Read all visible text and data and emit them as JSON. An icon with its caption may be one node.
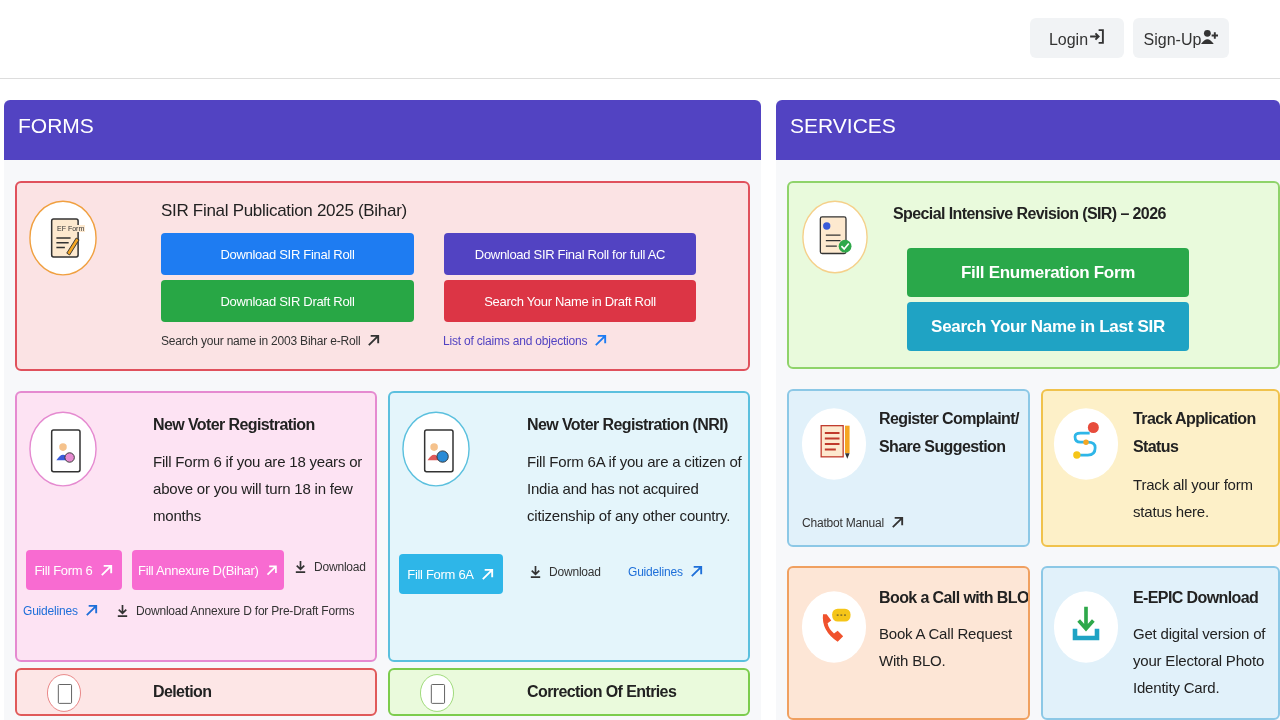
{
  "diagram": {
    "nodes": [
      {
        "text": [
          "Login"
        ]
      },
      {
        "text": [
          "Sign-Up"
        ]
      },
      {
        "text": [
          "FORMS"
        ]
      },
      {
        "text": [
          "SIR Final Publication 2025 (Bihar)",
          "Search your name in 2003 Bihar e-Roll",
          "List of claims and objections"
        ],
        "in": 2
      },
      {
        "text": [
          "Download SIR Final Roll"
        ],
        "in": 3
      },
      {
        "text": [
          "Download SIR Final Roll for full AC"
        ],
        "in": 3
      },
      {
        "text": [
          "Download SIR Draft Roll"
        ],
        "in": 3
      },
      {
        "text": [
          "Search Your Name in Draft Roll"
        ],
        "in": 3
      },
      {
        "text": [
          "New Voter Registration",
          "Fill Form 6 if you are 18 years or above or you will turn 18 in few months",
          "Download",
          "Guidelines",
          "Download Annexure D for Pre-Draft Forms"
        ],
        "in": 2
      },
      {
        "text": [
          "Fill Form 6"
        ],
        "in": 8
      },
      {
        "text": [
          "Fill Annexure D(Bihar)"
        ],
        "in": 8
      },
      {
        "text": [
          "New Voter Registration (NRI)",
          "Fill Form 6A if you are a citizen of India and has not acquired citizenship of any other country.",
          "Download",
          "Guidelines"
        ],
        "in": 2
      },
      {
        "text": [
          "Fill Form 6A"
        ],
        "in": 11
      },
      {
        "text": [
          "Deletion"
        ],
        "in": 2
      },
      {
        "text": [
          "Correction Of Entries"
        ],
        "in": 2
      },
      {
        "text": [
          "SERVICES"
        ]
      },
      {
        "text": [
          "Special Intensive Revision (SIR) – 2026"
        ],
        "in": 15
      },
      {
        "text": [
          "Fill Enumeration Form"
        ],
        "in": 16
      },
      {
        "text": [
          "Search Your Name in Last SIR"
        ],
        "in": 16
      },
      {
        "text": [
          "Register Complaint/ Share Suggestion",
          "Chatbot Manual"
        ],
        "in": 15
      },
      {
        "text": [
          "Track Application Status",
          "Track all your form status here."
        ],
        "in": 15
      },
      {
        "text": [
          "Book a Call with BLO",
          "Book A Call Request With BLO."
        ],
        "in": 15
      },
      {
        "text": [
          "E-EPIC Download",
          "Get digital version of your Electoral Photo Identity Card."
        ],
        "in": 15
      }
    ],
    "labels": [
      "EF Form"
    ]
  }
}
